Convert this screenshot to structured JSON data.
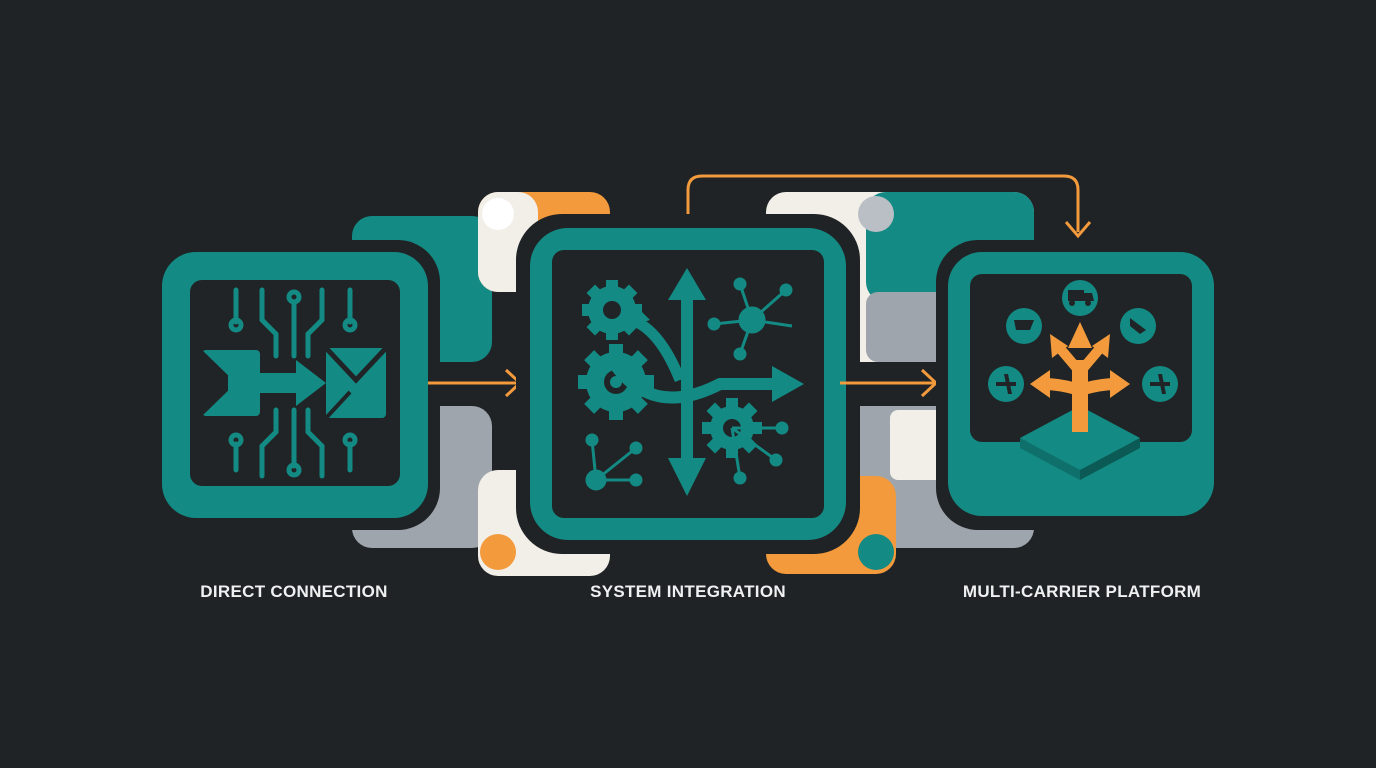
{
  "stages": [
    {
      "label": "DIRECT CONNECTION",
      "icon": "circuit-envelope-icon"
    },
    {
      "label": "SYSTEM INTEGRATION",
      "icon": "gears-network-icon"
    },
    {
      "label": "MULTI-CARRIER PLATFORM",
      "icon": "carrier-distribution-icon"
    }
  ],
  "colors": {
    "background": "#1f2326",
    "teal": "#138a83",
    "teal_dark": "#0f6f6a",
    "orange": "#f29a3c",
    "gray": "#9ea5ad",
    "cream": "#f1efe8",
    "inner": "#202426"
  }
}
